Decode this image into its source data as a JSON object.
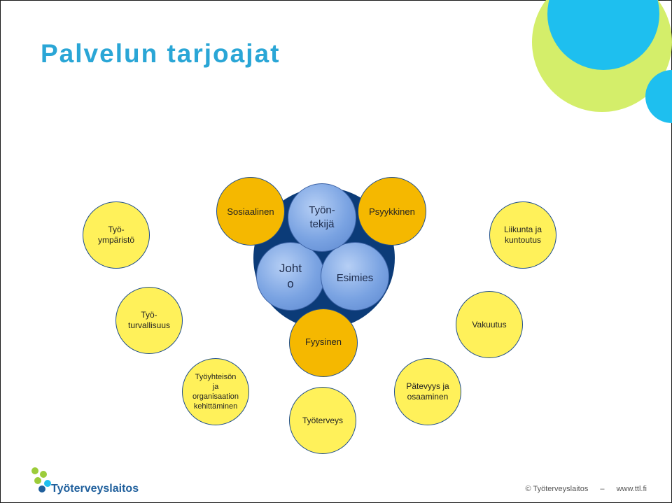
{
  "title": "Palvelun tarjoajat",
  "colors": {
    "title": "#2aa6d6",
    "circle_yellow": "#fff15a",
    "circle_orange": "#f5b800",
    "core_dark": "#0b3b78",
    "core_blue": "#7aa3e2",
    "deco_cyan": "#1ebfef",
    "deco_lime": "#d4ee6a"
  },
  "core": {
    "tyontekija": "Työn-\ntekijä",
    "johto": "Joht\no",
    "esimies": "Esimies"
  },
  "orange_nodes": {
    "sosiaalinen": "Sosiaalinen",
    "psyykkinen": "Psyykkinen",
    "fyysinen": "Fyysinen"
  },
  "yellow_nodes": {
    "tyoymparisto": "Työ-\nympäristö",
    "liikunta": "Liikunta ja\nkuntoutus",
    "tyoturvallisuus": "Työ-\nturvallisuus",
    "vakuutus": "Vakuutus",
    "tyoyhteison": "Työyhteisön\nja\norganisaation\nkehittäminen",
    "tyoterveys": "Työterveys",
    "patevyys": "Pätevyys ja\nosaaminen"
  },
  "footer": {
    "copyright": "© Työterveyslaitos",
    "dash": "–",
    "url": "www.ttl.fi"
  },
  "logo": {
    "text": "Työterveyslaitos",
    "icon": "ttl-logo-icon"
  }
}
